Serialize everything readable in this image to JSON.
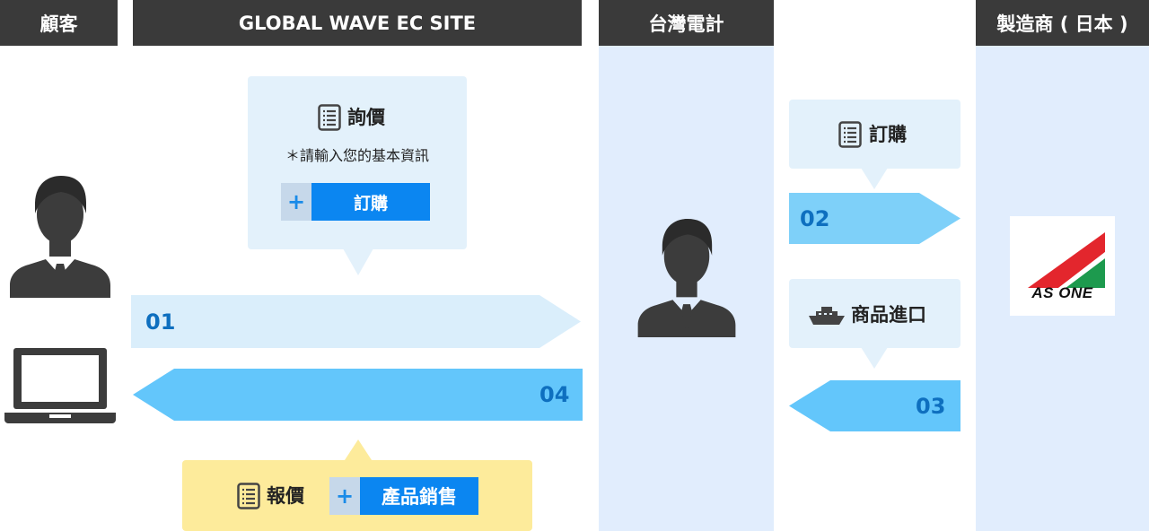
{
  "headers": {
    "customer": "顧客",
    "site": "GLOBAL WAVE EC SITE",
    "taiwan": "台灣電計",
    "maker": "製造商 ( 日本 )"
  },
  "inquiry": {
    "title": "詢價",
    "note": "＊請輸入您的基本資訊",
    "plus": "+",
    "order_button": "訂購"
  },
  "quote": {
    "title": "報價",
    "plus": "+",
    "sales_button": "產品銷售"
  },
  "order_bubble": {
    "title": "訂購"
  },
  "import_bubble": {
    "title": "商品進口"
  },
  "arrows": {
    "a01": "01",
    "a02": "02",
    "a03": "03",
    "a04": "04"
  },
  "logo": {
    "text": "AS ONE"
  },
  "colors": {
    "header_bg": "#3a3a3a",
    "column_bg": "#e1edfd",
    "arrow_light": "#daeefb",
    "arrow_blue": "#63c6fb",
    "arrow_mid": "#7ed0f9",
    "button_blue": "#0b86f1",
    "quote_yellow": "#fdeb9b",
    "logo_red": "#e3262d",
    "logo_green": "#1d9a4e"
  }
}
